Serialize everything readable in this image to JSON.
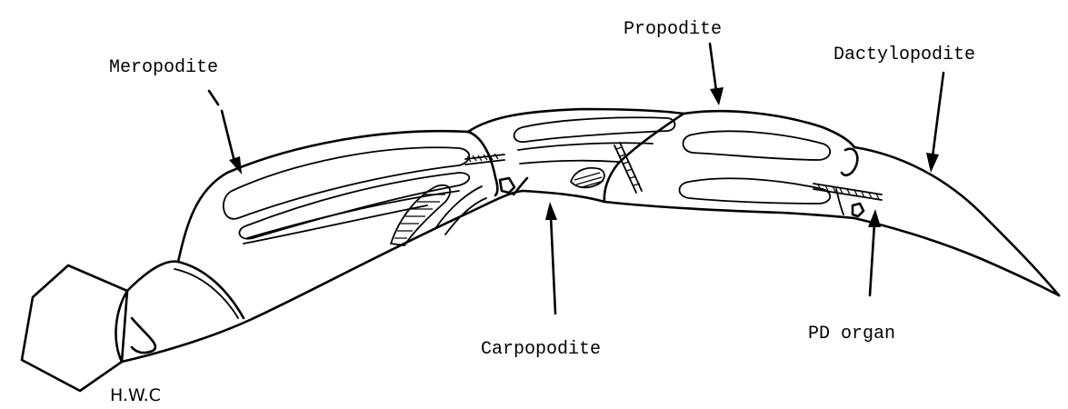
{
  "labels": {
    "meropodite": "Meropodite",
    "propodite": "Propodite",
    "dactylopodite": "Dactylopodite",
    "carpopodite": "Carpopodite",
    "pd_organ": "PD organ",
    "author_initials": "H.W.C"
  }
}
